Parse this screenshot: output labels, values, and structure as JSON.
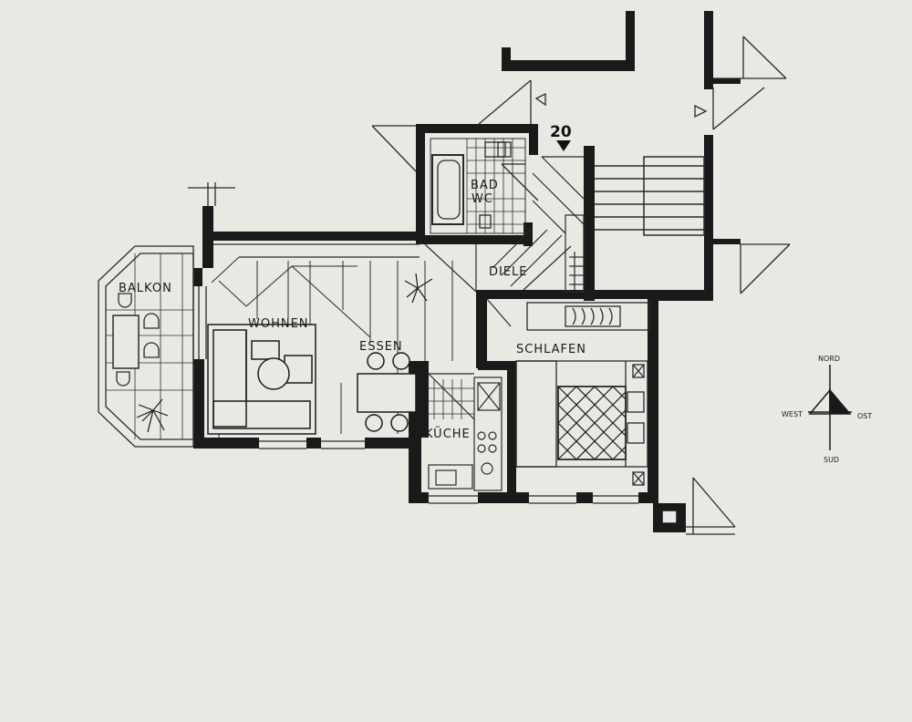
{
  "plan": {
    "unit_number": "20",
    "rooms": {
      "bad": "BAD",
      "wc": "WC",
      "diele": "DIELE",
      "balkon": "BALKON",
      "wohnen": "WOHNEN",
      "essen": "ESSEN",
      "schlafen": "SCHLAFEN",
      "kueche": "KÜCHE"
    },
    "compass": {
      "north": "NORD",
      "west": "WEST",
      "east": "OST",
      "south": "SUD"
    }
  },
  "colors": {
    "paper": "#e9e9e4",
    "wall": "#1a1a1a",
    "line": "#2a2a2a"
  }
}
